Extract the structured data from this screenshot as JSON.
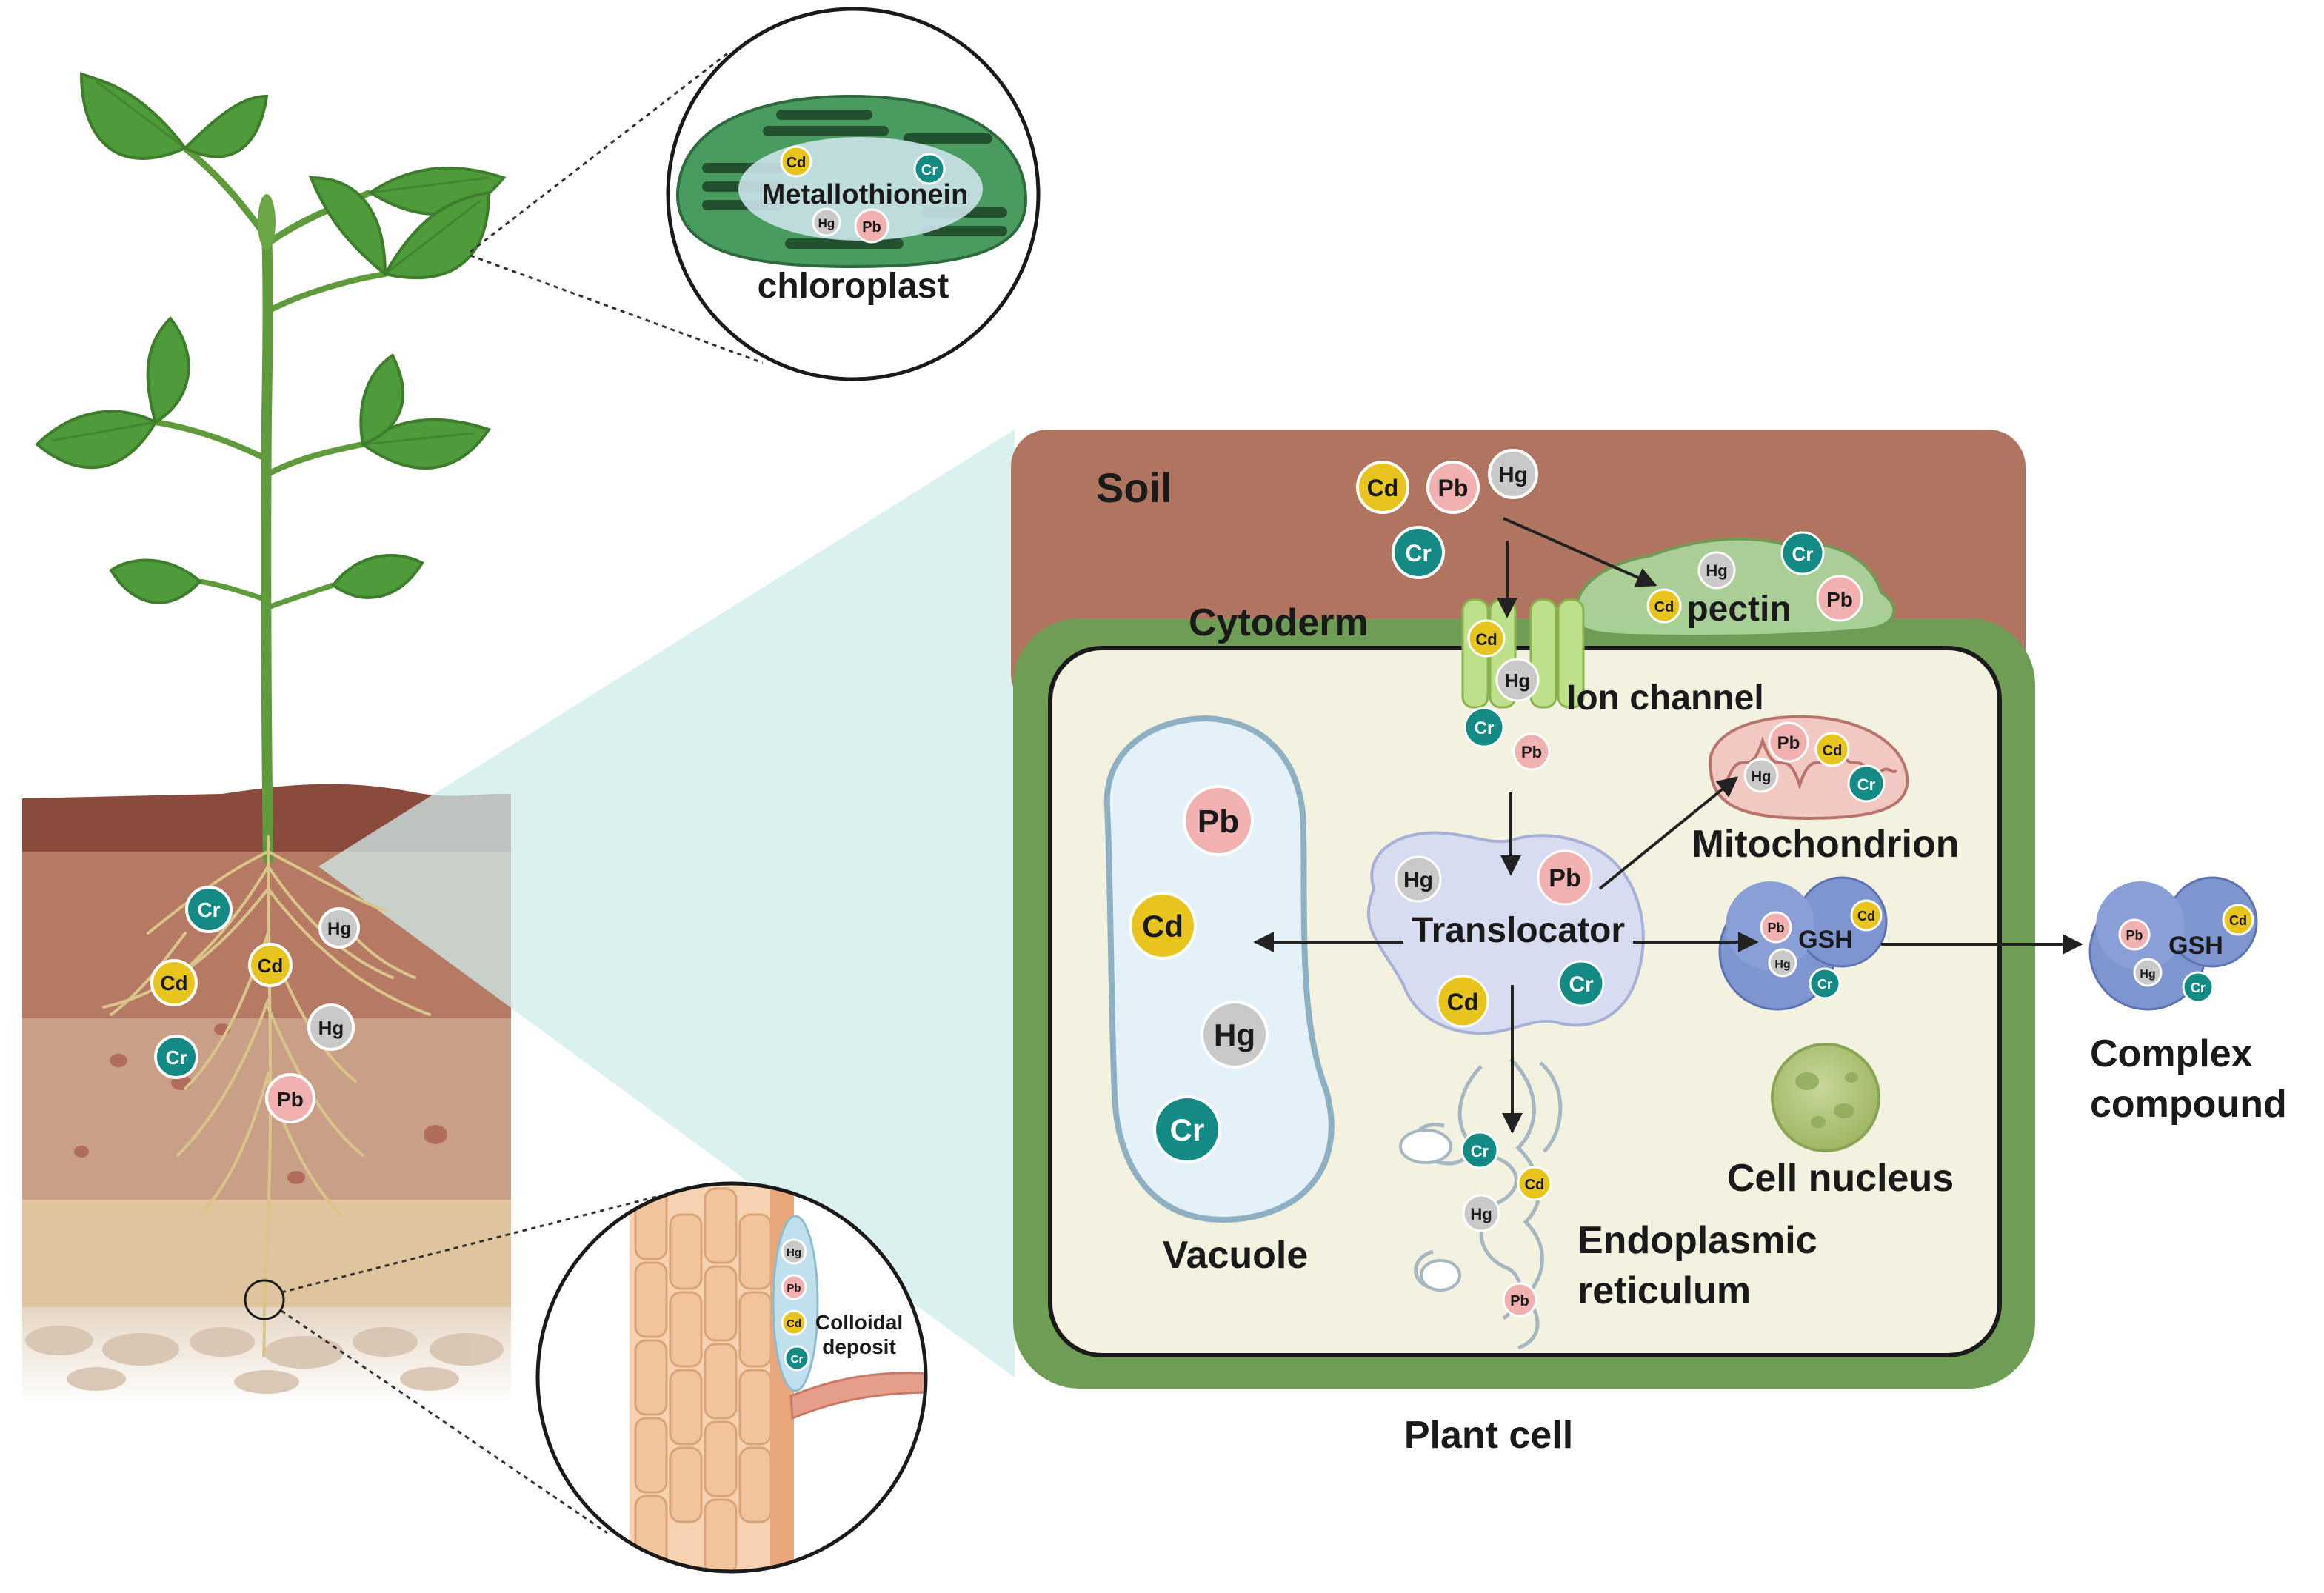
{
  "labels": {
    "chloroplast": "chloroplast",
    "metallothionein": "Metallothionein",
    "soil": "Soil",
    "cytoderm": "Cytoderm",
    "pectin": "pectin",
    "ion_channel": "Ion channel",
    "mitochondrion": "Mitochondrion",
    "translocator": "Translocator",
    "vacuole": "Vacuole",
    "endoplasmic_reticulum_line1": "Endoplasmic",
    "endoplasmic_reticulum_line2": "reticulum",
    "cell_nucleus": "Cell nucleus",
    "gsh_inner": "GSH",
    "gsh_outer": "GSH",
    "complex_compound_line1": "Complex",
    "complex_compound_line2": "compound",
    "plant_cell": "Plant cell",
    "colloidal_line1": "Colloidal",
    "colloidal_line2": "deposit"
  },
  "metals": {
    "cd": "Cd",
    "pb": "Pb",
    "hg": "Hg",
    "cr": "Cr"
  },
  "colors": {
    "cd": "#e8c51e",
    "pb": "#f2b1b1",
    "hg": "#c9c9c9",
    "cr": "#138a84",
    "soil_panel": "#b07560",
    "cell_wall": "#6f9d55",
    "cytoplasm": "#f3f1df",
    "leaf": "#4f9a3a",
    "teal_highlight": "#cfeceb"
  }
}
